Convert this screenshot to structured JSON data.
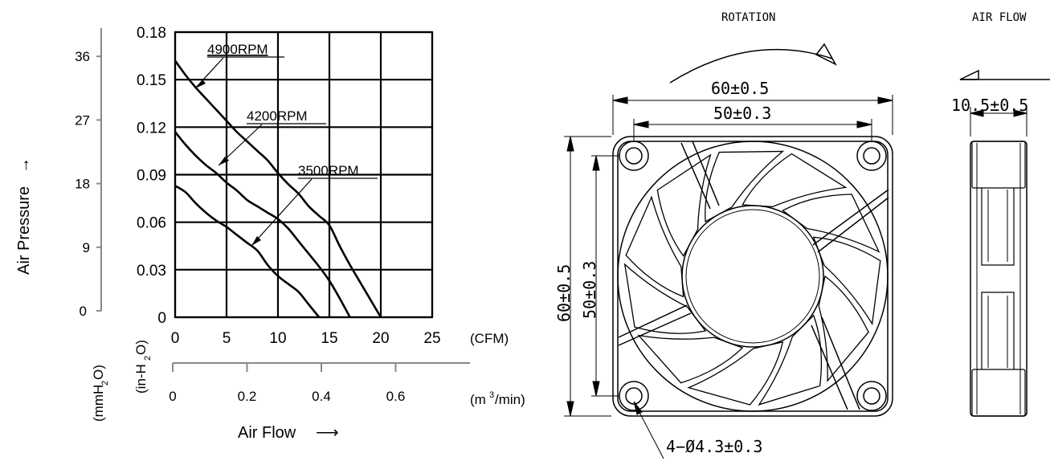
{
  "chart_data": {
    "type": "line",
    "ylabel": "Air Pressure",
    "xlabel": "Air Flow",
    "y_unit_inh2o": "(in-H",
    "y_unit_mmh2o": "(mmH",
    "x_unit_cfm": "(CFM)",
    "x_unit_m3": "(m",
    "x_unit_m3_suffix": "/min)",
    "xlim": [
      0,
      25
    ],
    "ylim": [
      0,
      0.18
    ],
    "x_ticks": [
      "0",
      "5",
      "10",
      "15",
      "20",
      "25"
    ],
    "y_ticks": [
      "0",
      "0.03",
      "0.06",
      "0.09",
      "0.12",
      "0.15",
      "0.18"
    ],
    "mm_ticks": [
      "0",
      "9",
      "18",
      "27",
      "36"
    ],
    "m3_ticks": [
      "0",
      "0.2",
      "0.4",
      "0.6"
    ],
    "grid": true,
    "series": [
      {
        "name": "4900RPM",
        "x": [
          0,
          1,
          2,
          3,
          4,
          5,
          6,
          7,
          8,
          9,
          10,
          11,
          12,
          13,
          14,
          15,
          16,
          17,
          18,
          19,
          20
        ],
        "y": [
          0.162,
          0.153,
          0.145,
          0.138,
          0.131,
          0.124,
          0.117,
          0.111,
          0.105,
          0.099,
          0.091,
          0.084,
          0.078,
          0.07,
          0.064,
          0.058,
          0.045,
          0.033,
          0.022,
          0.011,
          0.0
        ]
      },
      {
        "name": "4200RPM",
        "x": [
          0,
          1,
          2,
          3,
          4,
          5,
          6,
          7,
          8,
          9,
          10,
          11,
          12,
          13,
          14,
          15,
          16,
          17
        ],
        "y": [
          0.117,
          0.109,
          0.102,
          0.096,
          0.091,
          0.085,
          0.08,
          0.074,
          0.07,
          0.066,
          0.062,
          0.056,
          0.048,
          0.04,
          0.032,
          0.023,
          0.012,
          0.0
        ]
      },
      {
        "name": "3500RPM",
        "x": [
          0,
          1,
          2,
          3,
          4,
          5,
          6,
          7,
          8,
          9,
          10,
          11,
          12,
          13,
          14
        ],
        "y": [
          0.083,
          0.079,
          0.072,
          0.066,
          0.061,
          0.057,
          0.052,
          0.047,
          0.042,
          0.033,
          0.026,
          0.021,
          0.016,
          0.008,
          0.0
        ]
      }
    ]
  },
  "drawing": {
    "rotation_label": "ROTATION",
    "airflow_label": "AIR FLOW",
    "width_outer": "60±0.5",
    "width_holes": "50±0.3",
    "height_outer": "60±0.5",
    "height_holes": "50±0.3",
    "thickness": "10.5±0.5",
    "hole_spec": "4−Ø4.3±0.3"
  }
}
